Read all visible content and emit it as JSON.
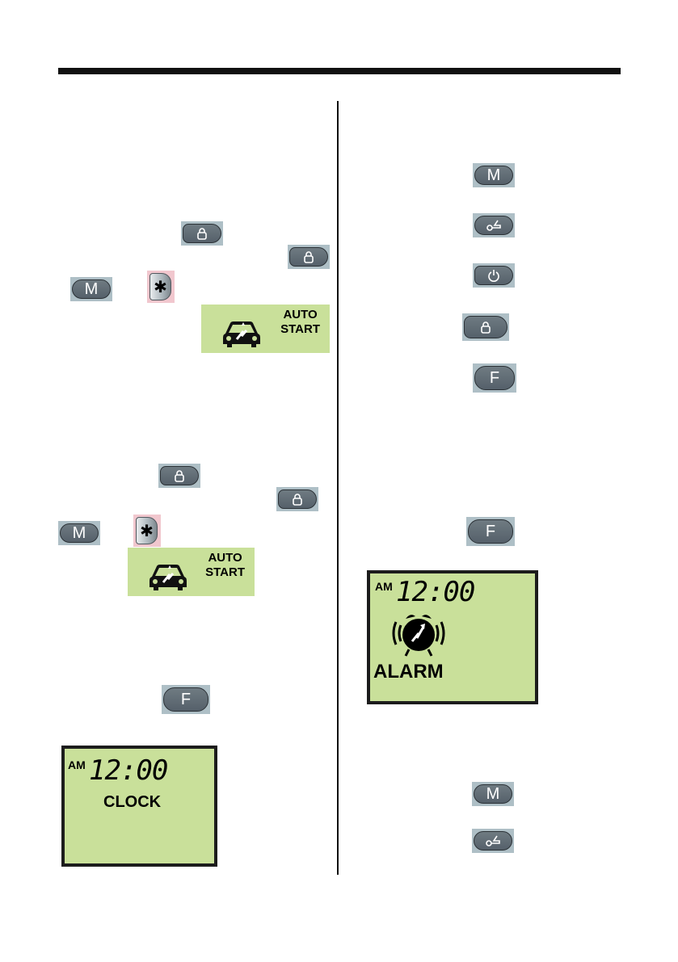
{
  "buttons": {
    "m": "M",
    "f": "F",
    "star": "✱"
  },
  "auto_start": {
    "line1": "AUTO",
    "line2": "START"
  },
  "clock_display": {
    "am": "AM",
    "time": "12:00",
    "label": "CLOCK"
  },
  "alarm_display": {
    "am": "AM",
    "time": "12:00",
    "label": "ALARM"
  },
  "colors": {
    "lcd_green": "#c9e09a",
    "button_gray": "#5f6a72",
    "button_halo": "#aebfc6"
  }
}
